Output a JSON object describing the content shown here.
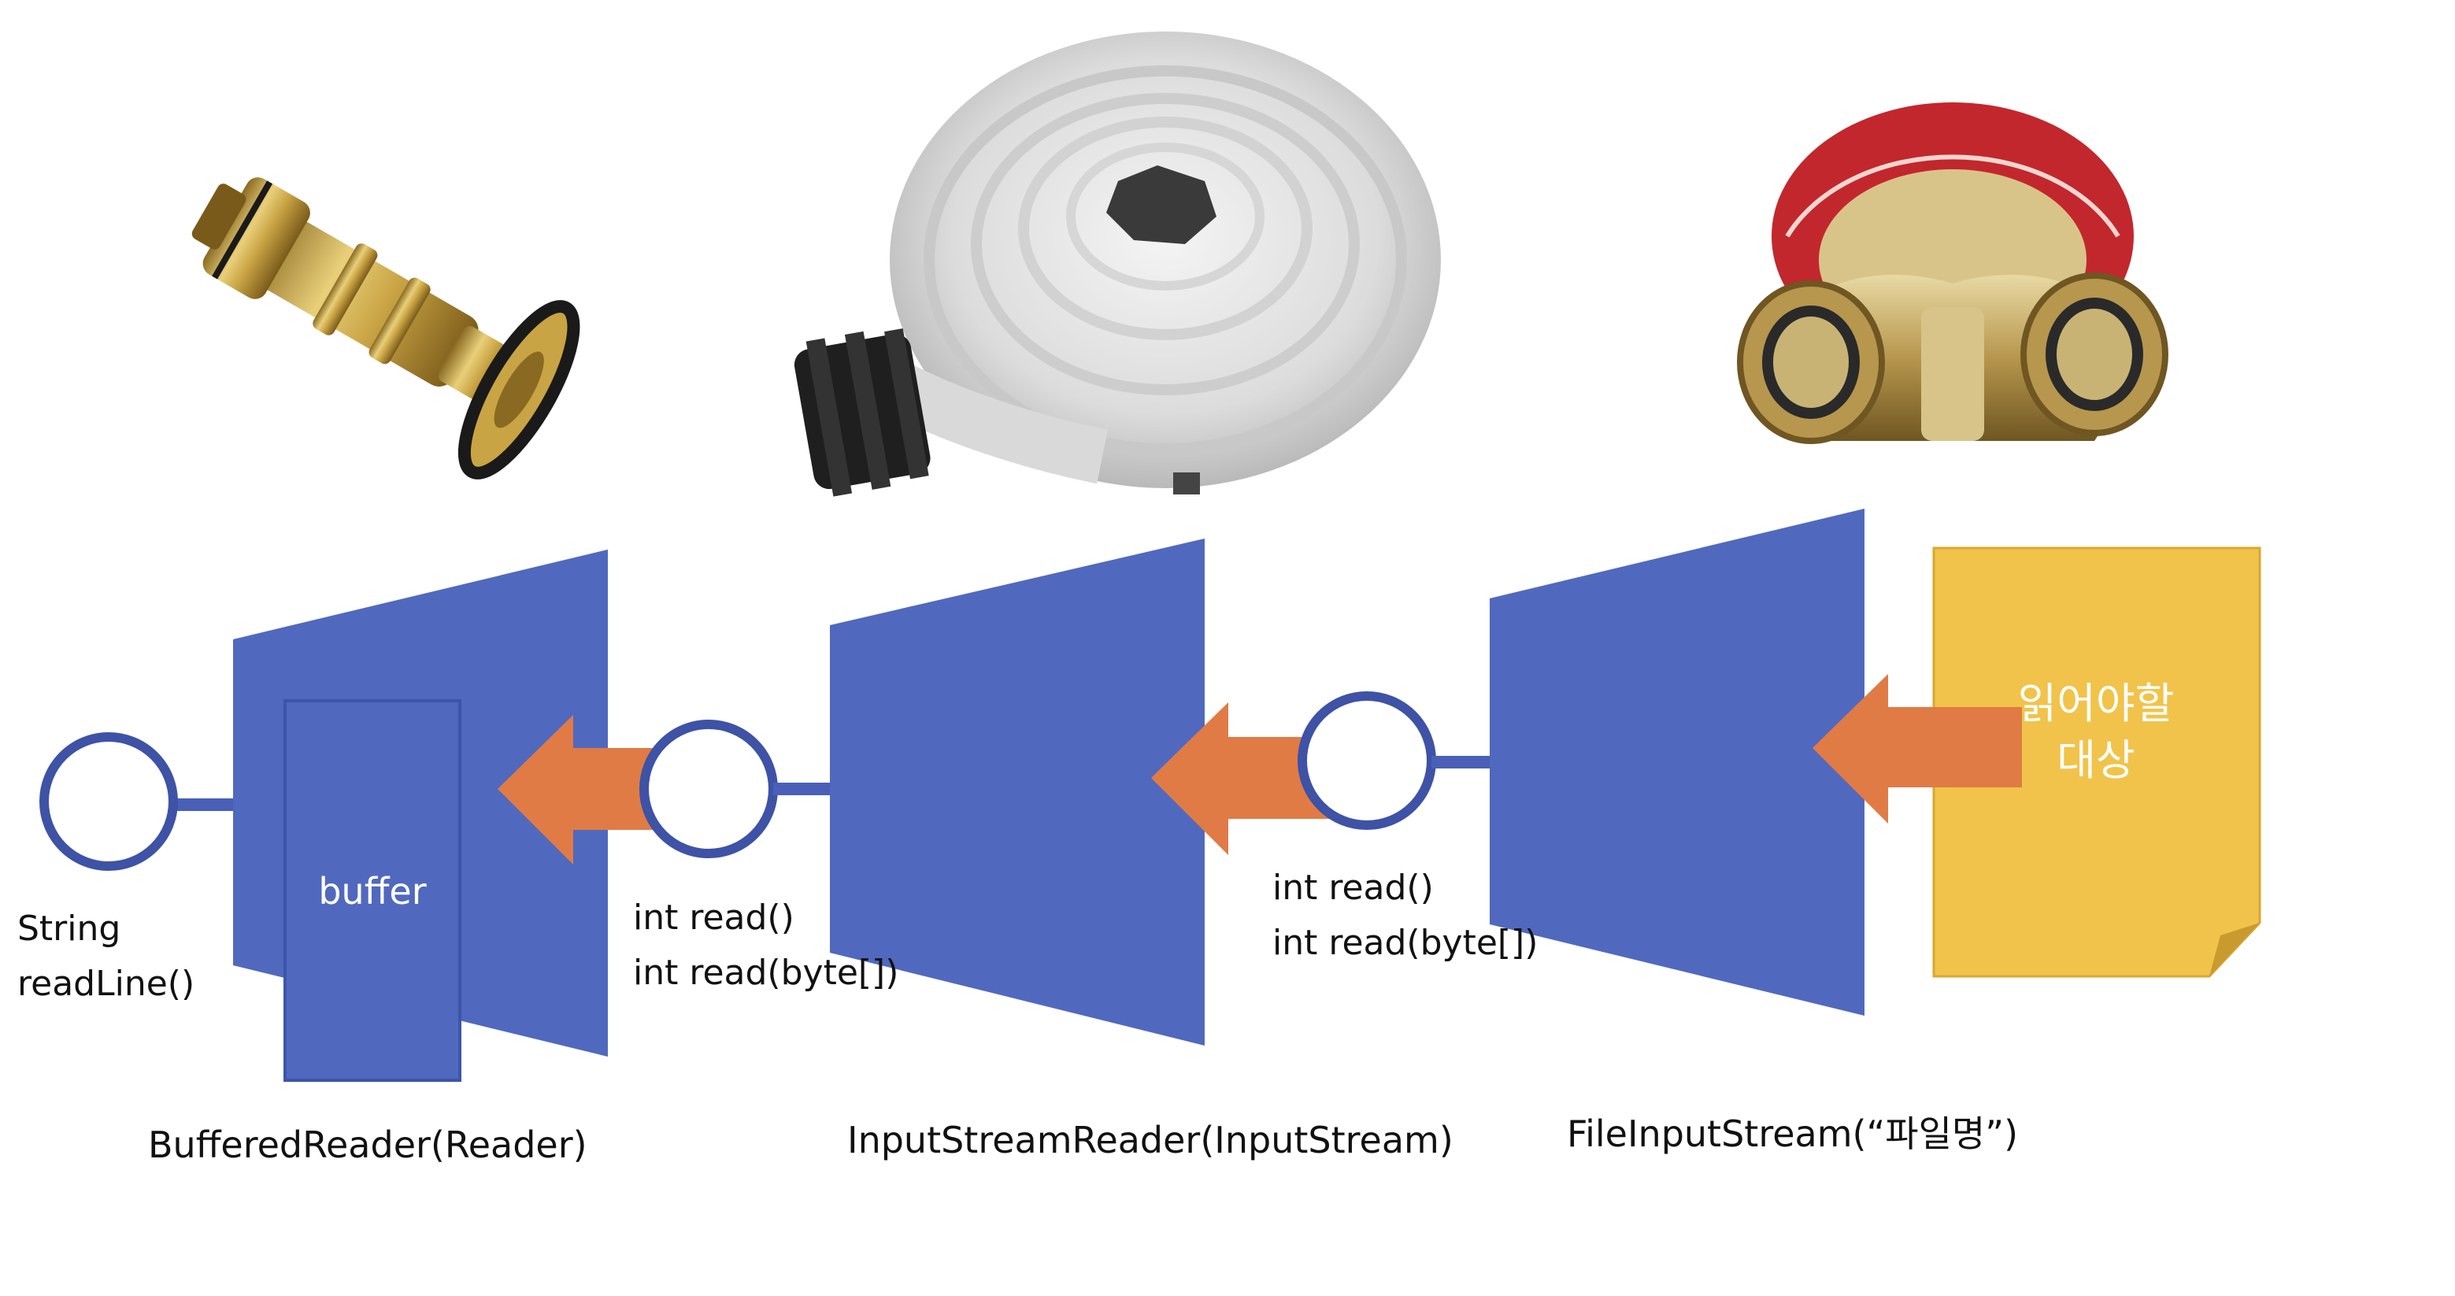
{
  "colors": {
    "stream_blue": "#5069be",
    "stream_edge": "#3c55ac",
    "arrow_orange": "#e07b45",
    "file_yellow": "#f1c34a",
    "circle_stroke": "#3e52a6",
    "brass": "#c9a444",
    "hose_white": "#e6e6e6"
  },
  "images": {
    "nozzle": "brass-nozzle-photo",
    "hose": "rolled-fire-hose-photo",
    "connector": "brass-siamese-connector-photo"
  },
  "buffered_reader": {
    "caption": "BufferedReader(Reader)",
    "buffer_label": "buffer",
    "method_line1": "String",
    "method_line2": "readLine()"
  },
  "input_stream_reader": {
    "caption": "InputStreamReader(InputStream)",
    "method_line1": "int read()",
    "method_line2": "int read(byte[])"
  },
  "file_input_stream": {
    "caption": "FileInputStream(“파일명”)",
    "method_line1": "int read()",
    "method_line2": "int read(byte[])"
  },
  "source_file": {
    "line1": "읽어야할",
    "line2": "대상"
  }
}
